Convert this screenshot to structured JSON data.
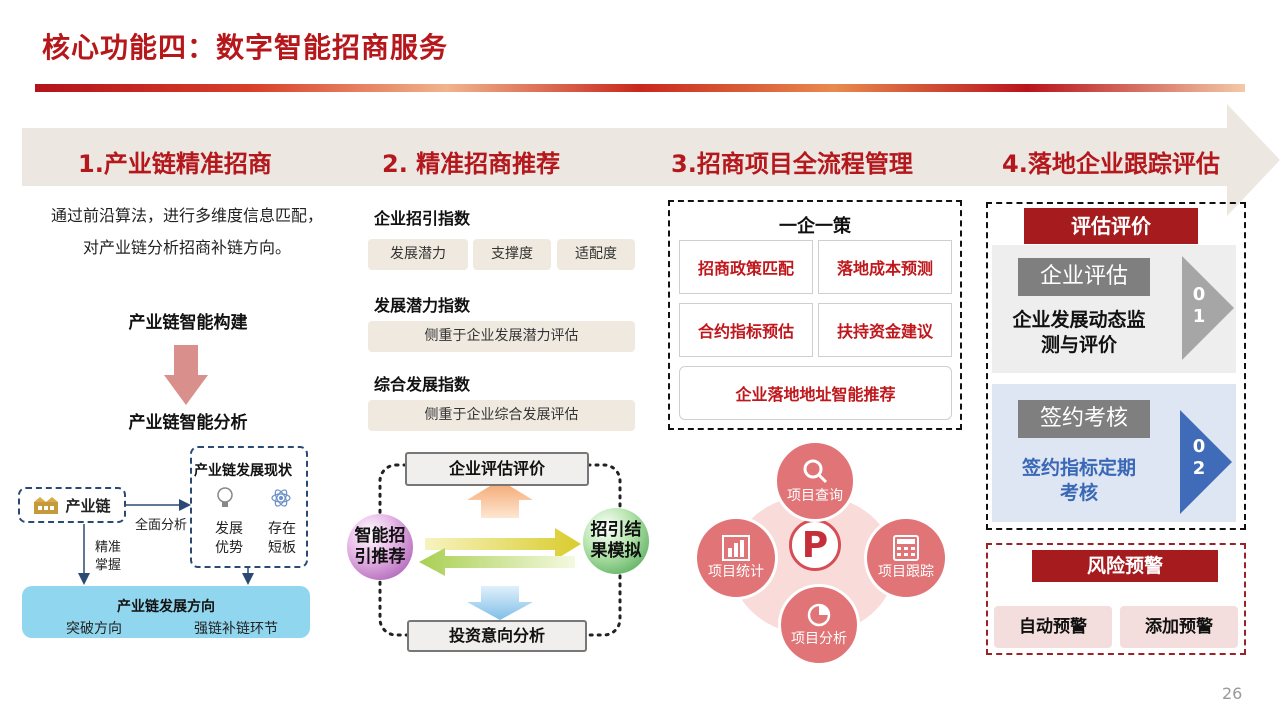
{
  "page_title": "核心功能四：数字智能招商服务",
  "page_number": "26",
  "steps": [
    {
      "label": "1.产业链精准招商"
    },
    {
      "label": "2. 精准招商推荐"
    },
    {
      "label": "3.招商项目全流程管理"
    },
    {
      "label": "4.落地企业跟踪评估"
    }
  ],
  "col1": {
    "intro_line1": "通过前沿算法，进行多维度信息匹配，",
    "intro_line2": "对产业链分析招商补链方向。",
    "build_label": "产业链智能构建",
    "analysis_label": "产业链智能分析",
    "chain_box": "产业链",
    "full_analysis": "全面分析",
    "status_title": "产业链发展现状",
    "adv_label": "发展\n优势",
    "weak_label": "存在\n短板",
    "precise_label": "精准\n掌握",
    "direction_title": "产业链发展方向",
    "breakthrough": "突破方向",
    "strengthen": "强链补链环节"
  },
  "col2": {
    "section1_title": "企业招引指数",
    "pills": [
      "发展潜力",
      "支撑度",
      "适配度"
    ],
    "section2_title": "发展潜力指数",
    "section2_desc": "侧重于企业发展潜力评估",
    "section3_title": "综合发展指数",
    "section3_desc": "侧重于企业综合发展评估",
    "cycle_top": "企业评估评价",
    "cycle_bottom": "投资意向分析",
    "cycle_left": "智能招\n引推荐",
    "cycle_right": "招引结\n果模拟"
  },
  "col3": {
    "box_title": "一企一策",
    "cells": [
      "招商政策匹配",
      "落地成本预测",
      "合约指标预估",
      "扶持资金建议"
    ],
    "wide_cell": "企业落地地址智能推荐",
    "center_letter": "P",
    "circles": [
      "项目查询",
      "项目统计",
      "项目跟踪",
      "项目分析"
    ]
  },
  "col4": {
    "eval_banner": "评估评价",
    "enterprise_eval_label": "企业评估",
    "enterprise_eval_desc": "企业发展动态监\n测与评价",
    "num1": "0\n1",
    "sign_label": "签约考核",
    "sign_desc": "签约指标定期\n考核",
    "num2": "0\n2",
    "risk_banner": "风险预警",
    "auto_warn": "自动预警",
    "add_warn": "添加预警"
  },
  "colors": {
    "accent_red": "#b4171c",
    "dark_red": "#a61b1e",
    "navy": "#2b4a73",
    "arrow_gray": "#ece7e1"
  }
}
